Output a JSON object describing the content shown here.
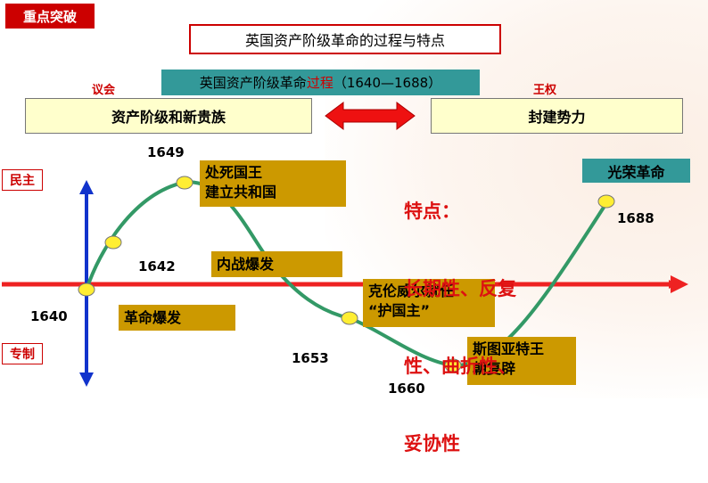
{
  "header": {
    "section_tag": "重点突破",
    "title": "英国资产阶级革命的过程与特点"
  },
  "process": {
    "prefix": "英国资产阶级革命",
    "highlight": "过程",
    "range": "（1640—1688）"
  },
  "sides": {
    "left_label": "议会",
    "right_label": "王权",
    "left_box": "资产阶级和新贵族",
    "right_box": "封建势力"
  },
  "axis": {
    "top_label": "民主",
    "bottom_label": "专制"
  },
  "events": {
    "e1640": "革命爆发",
    "e1642": "内战爆发",
    "e1649_line1": "处死国王",
    "e1649_line2": "建立共和国",
    "e1653_line1": "克伦威尔就任",
    "e1653_line2": "“护国主”",
    "e1660_line1": "斯图亚特王",
    "e1660_line2": "朝复辟",
    "e1688": "光荣革命"
  },
  "years": {
    "y1640": "1640",
    "y1642": "1642",
    "y1649": "1649",
    "y1653": "1653",
    "y1660": "1660",
    "y1688": "1688"
  },
  "features": {
    "line1": "特点：",
    "line2": "长期性、反复",
    "line3": "性、曲折性、",
    "line4": "妥协性"
  },
  "colors": {
    "accent_red": "#cc0000",
    "teal": "#339999",
    "gold": "#cc9900",
    "curve": "#339966",
    "axis_blue": "#1133cc",
    "dot_yellow": "#ffee33"
  }
}
